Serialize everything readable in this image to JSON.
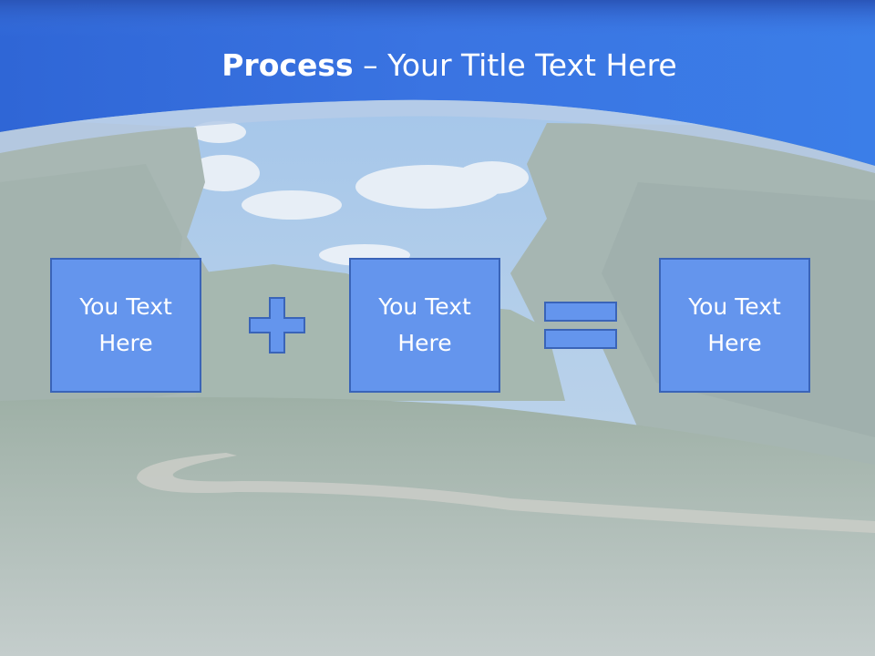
{
  "title": {
    "bold": "Process",
    "dash": " – ",
    "rest": "Your Title Text Here"
  },
  "boxes": [
    {
      "label": "You Text Here"
    },
    {
      "label": "You Text Here"
    },
    {
      "label": "You Text Here"
    }
  ],
  "operators": {
    "first": "plus-icon",
    "second": "equals-icon"
  },
  "colors": {
    "banner": "#3a78e6",
    "box_fill": "#6495ed",
    "box_border": "#3a64b8",
    "text": "#ffffff"
  }
}
